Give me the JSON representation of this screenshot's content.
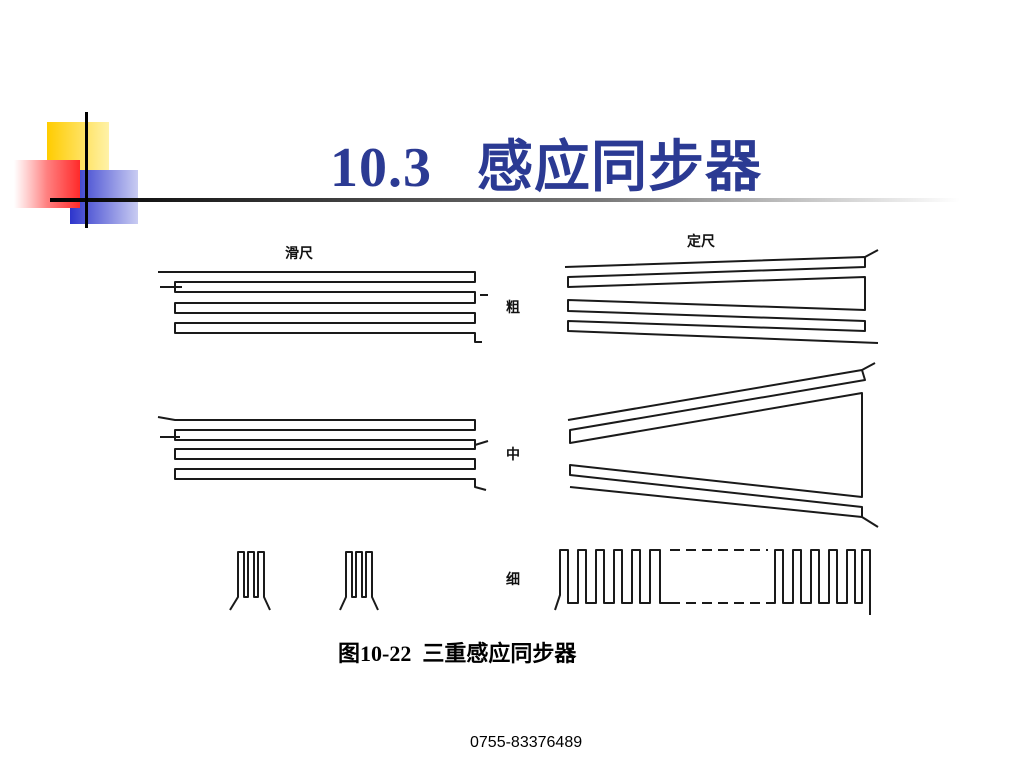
{
  "slide": {
    "title": "10.3   感应同步器",
    "caption": "图10-22  三重感应同步器",
    "footer_phone": "0755-83376489"
  },
  "diagram": {
    "labels": {
      "slider": "滑尺",
      "scale": "定尺",
      "coarse": "粗",
      "medium": "中",
      "fine": "细"
    }
  },
  "colors": {
    "title": "#2b3a93",
    "deco_yellow": "#ffcc00",
    "deco_blue": "#2d35cc",
    "deco_red": "#ff3b3b",
    "rule": "#000000"
  }
}
